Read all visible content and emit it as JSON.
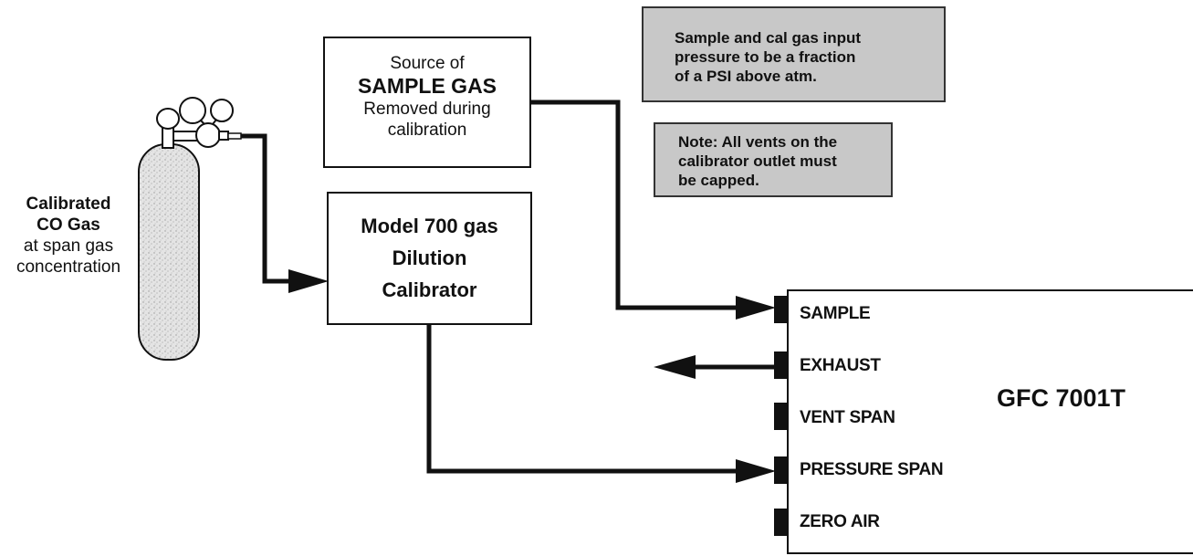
{
  "cylinder": {
    "label_line1": "Calibrated",
    "label_line2": "CO Gas",
    "label_line3": "at span gas",
    "label_line4": "concentration"
  },
  "sample_source": {
    "line1": "Source of",
    "line2": "SAMPLE GAS",
    "line3": "Removed during",
    "line4": "calibration"
  },
  "calibrator": {
    "line1": "Model 700 gas",
    "line2": "Dilution",
    "line3": "Calibrator"
  },
  "notes": {
    "pressure_line1": "Sample and cal gas input",
    "pressure_line2": "pressure to be a fraction",
    "pressure_line3": "of a PSI above atm.",
    "vents_line1": "Note: All vents on the",
    "vents_line2": "calibrator outlet must",
    "vents_line3": "be capped."
  },
  "analyzer": {
    "name": "GFC 7001T",
    "ports": [
      "SAMPLE",
      "EXHAUST",
      "VENT SPAN",
      "PRESSURE SPAN",
      "ZERO AIR"
    ]
  },
  "colors": {
    "line": "#111111",
    "note_fill": "#c8c8c8",
    "cylinder_fill": "#e6e6e6"
  }
}
